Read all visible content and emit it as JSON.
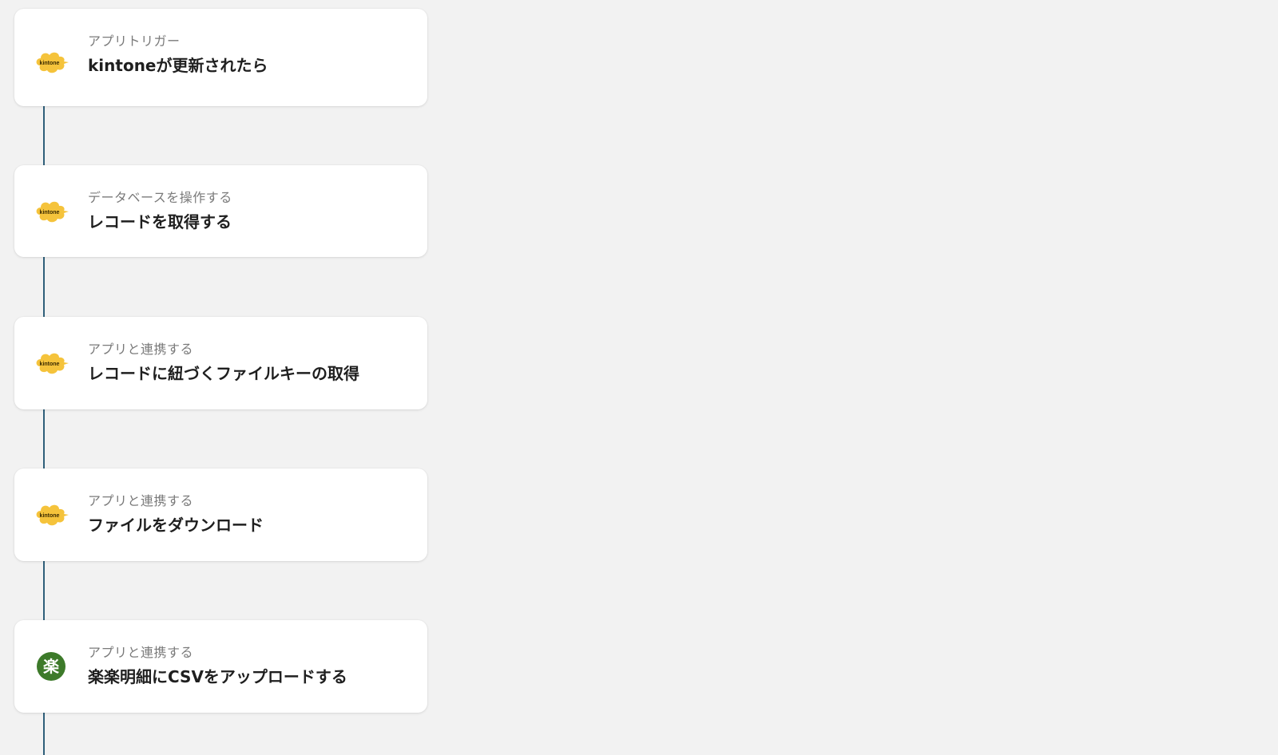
{
  "steps": [
    {
      "subtitle": "アプリトリガー",
      "title": "kintoneが更新されたら",
      "icon": "kintone-icon",
      "icon_text": "kintone"
    },
    {
      "subtitle": "データベースを操作する",
      "title": "レコードを取得する",
      "icon": "kintone-icon",
      "icon_text": "kintone"
    },
    {
      "subtitle": "アプリと連携する",
      "title": "レコードに紐づくファイルキーの取得",
      "icon": "kintone-icon",
      "icon_text": "kintone"
    },
    {
      "subtitle": "アプリと連携する",
      "title": "ファイルをダウンロード",
      "icon": "kintone-icon",
      "icon_text": "kintone"
    },
    {
      "subtitle": "アプリと連携する",
      "title": "楽楽明細にCSVをアップロードする",
      "icon": "rakuraku-icon",
      "icon_text": "楽"
    }
  ],
  "colors": {
    "background": "#f2f2f2",
    "card": "#ffffff",
    "connector": "#2f5f7a",
    "kintone_yellow": "#f5c33b",
    "rakuraku_green": "#3d7a2a"
  }
}
